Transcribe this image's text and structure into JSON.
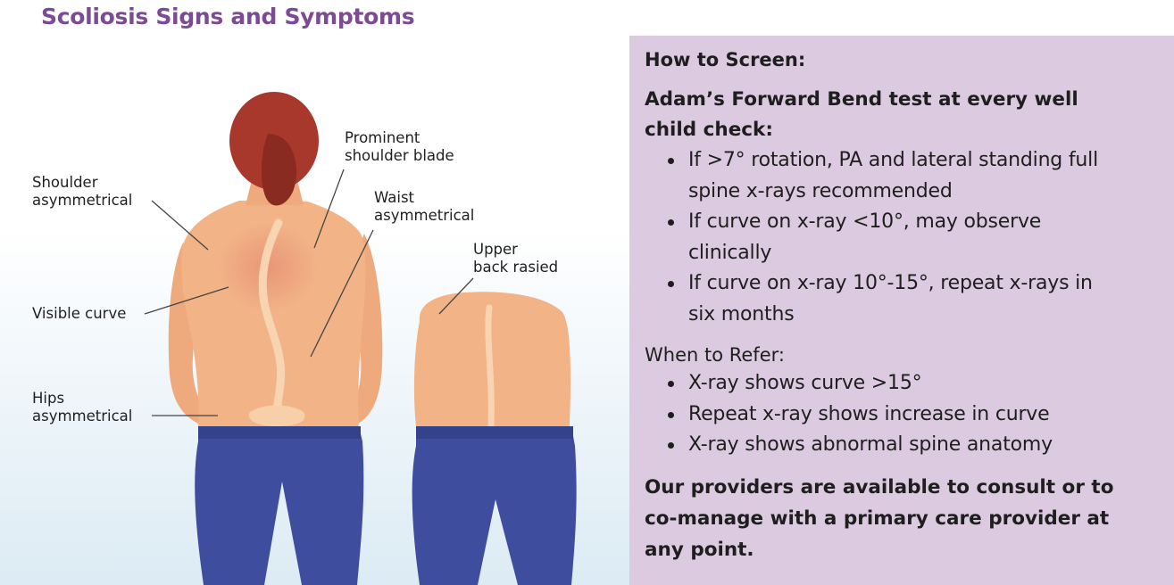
{
  "title": "Scoliosis Signs and Symptoms",
  "labels": {
    "shoulder_1": "Shoulder",
    "shoulder_2": "asymmetrical",
    "blade_1": "Prominent",
    "blade_2": "shoulder blade",
    "waist_1": "Waist",
    "waist_2": "asymmetrical",
    "upper_1": "Upper",
    "upper_2": "back rasied",
    "curve": "Visible curve",
    "hips_1": "Hips",
    "hips_2": "asymmetrical"
  },
  "panel": {
    "how_heading": "How to Screen:",
    "adam_line1": "Adam’s Forward Bend test at every well",
    "adam_line2": "child check:",
    "screen_items": [
      {
        "l1": "If >7° rotation, PA and lateral standing full",
        "l2": "spine x-rays recommended"
      },
      {
        "l1": "If curve on x-ray <10°, may observe",
        "l2": "clinically"
      },
      {
        "l1": "If curve on x-ray 10°-15°, repeat x-rays in",
        "l2": "six months"
      }
    ],
    "refer_heading": "When to Refer:",
    "refer_items": [
      "X-ray shows curve >15°",
      "Repeat x-ray shows increase in curve",
      "X-ray shows abnormal spine anatomy"
    ],
    "closing_1": "Our providers are available to consult or to",
    "closing_2": "co-manage with a primary care provider at",
    "closing_3": "any point."
  },
  "colors": {
    "title": "#7b4b94",
    "panel_bg": "#dccbe0",
    "skin": "#f2b386",
    "hair": "#a8372c",
    "pants": "#3e4d9e"
  }
}
